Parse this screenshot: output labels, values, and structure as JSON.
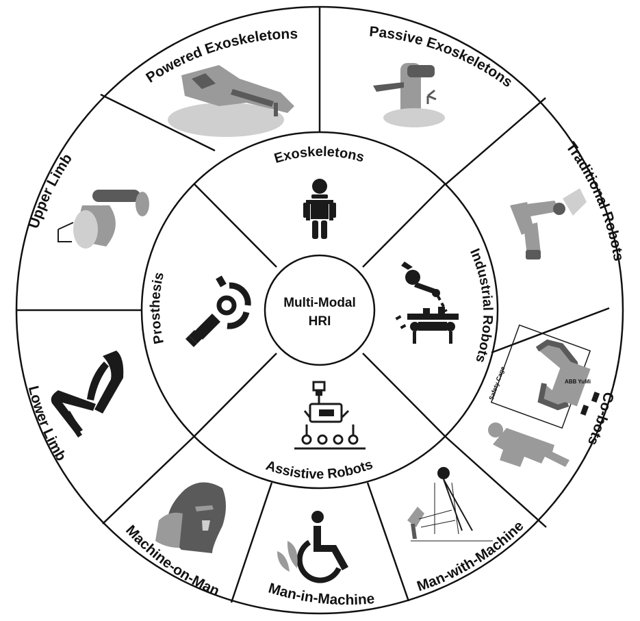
{
  "center": {
    "line1": "Multi-Modal",
    "line2": "HRI"
  },
  "inner_segments": [
    {
      "key": "exoskeletons",
      "label": "Exoskeletons",
      "icon": "exoskeleton-suit-icon"
    },
    {
      "key": "industrial",
      "label": "Industrial Robots",
      "icon": "industrial-robot-arm-icon"
    },
    {
      "key": "assistive",
      "label": "Assistive Robots",
      "icon": "rover-robot-icon"
    },
    {
      "key": "prosthesis",
      "label": "Prosthesis",
      "icon": "prosthetic-arm-icon"
    }
  ],
  "outer_segments": [
    {
      "key": "powered",
      "label": "Powered Exoskeletons",
      "image": "powered-exoskeleton-photo"
    },
    {
      "key": "passive",
      "label": "Passive Exoskeletons",
      "image": "passive-exoskeleton-photo"
    },
    {
      "key": "traditional",
      "label": "Traditional Robots",
      "image": "robot-arm-photo"
    },
    {
      "key": "cobots",
      "label": "Co-bots",
      "image": "cobot-safety-cage-illustration"
    },
    {
      "key": "man_with",
      "label": "Man-with-Machine",
      "image": "man-with-machine-diagram"
    },
    {
      "key": "man_in",
      "label": "Man-in-Machine",
      "image": "wheelchair-user-icon"
    },
    {
      "key": "machine_on",
      "label": "Machine-on-Man",
      "image": "cyborg-face-image"
    },
    {
      "key": "lower",
      "label": "Lower Limb",
      "image": "lower-limb-prosthesis-icon"
    },
    {
      "key": "upper",
      "label": "Upper Limb",
      "image": "upper-limb-device-photo"
    }
  ],
  "cobots_inset_text": {
    "cage": "Safety Cage",
    "robot": "ABB YuMi"
  },
  "colors": {
    "line": "#111111",
    "background": "#ffffff",
    "text": "#111111"
  }
}
